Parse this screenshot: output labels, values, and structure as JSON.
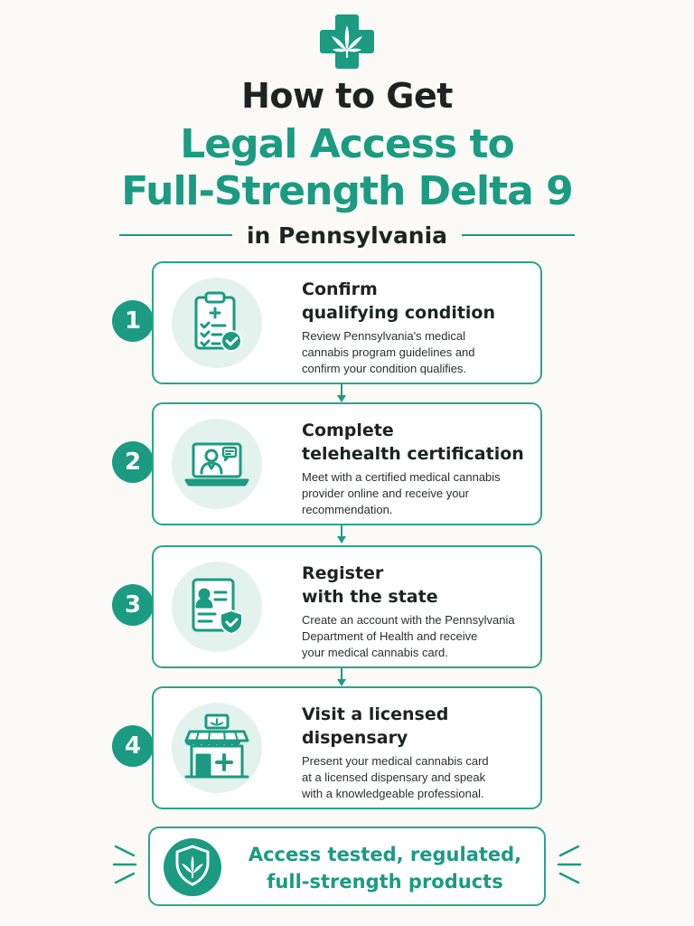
{
  "colors": {
    "accent": "#1a9b82",
    "accent_light": "#e3f2ed",
    "text": "#1d2321",
    "background": "#fbfaf6"
  },
  "header": {
    "logo_icon": "medical-cross-cannabis-leaf-icon",
    "title_line1": "How to Get",
    "title_line2": "Legal Access to",
    "title_line3": "Full-Strength Delta 9",
    "subtitle": "in Pennsylvania"
  },
  "steps": [
    {
      "number": "1",
      "icon": "clipboard-checklist-icon",
      "title_line1": "Confirm",
      "title_line2": "qualifying condition",
      "desc_line1": "Review Pennsylvania's medical",
      "desc_line2": "cannabis program guidelines and",
      "desc_line3": "confirm your condition qualifies."
    },
    {
      "number": "2",
      "icon": "laptop-doctor-icon",
      "title_line1": "Complete",
      "title_line2": "telehealth certification",
      "desc_line1": "Meet with a certified medical cannabis",
      "desc_line2": "provider online and receive your",
      "desc_line3": "recommendation."
    },
    {
      "number": "3",
      "icon": "id-card-shield-icon",
      "title_line1": "Register",
      "title_line2": "with the state",
      "desc_line1": "Create an account with the Pennsylvania",
      "desc_line2": "Department of Health and receive",
      "desc_line3": "your medical cannabis card."
    },
    {
      "number": "4",
      "icon": "dispensary-storefront-icon",
      "title_line1": "Visit a licensed",
      "title_line2": "dispensary",
      "desc_line1": "Present your medical cannabis card",
      "desc_line2": "at a licensed dispensary and speak",
      "desc_line3": "with a knowledgeable professional."
    }
  ],
  "footer": {
    "icon": "shield-cannabis-leaf-icon",
    "text_line1": "Access tested, regulated,",
    "text_line2": "full-strength products"
  }
}
